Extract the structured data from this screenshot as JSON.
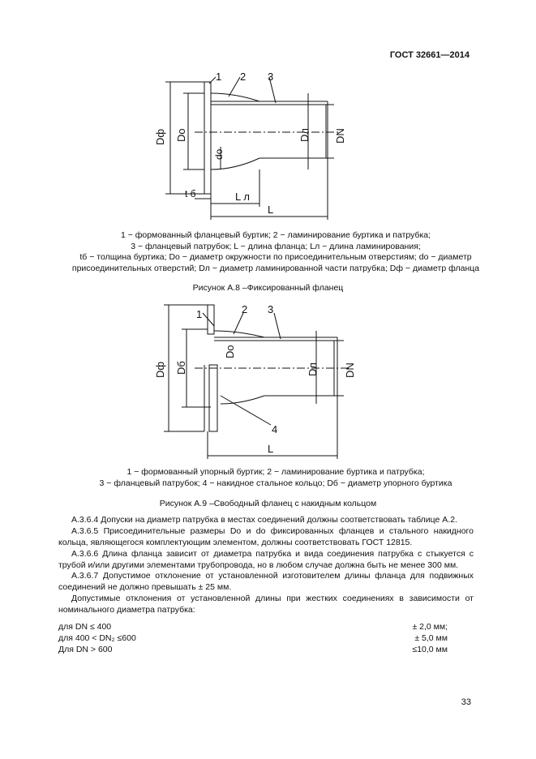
{
  "header": {
    "standard": "ГОСТ 32661—2014"
  },
  "figure_a8": {
    "labels": {
      "n1": "1",
      "n2": "2",
      "n3": "3",
      "Dph": "Dф",
      "Do": "Dо",
      "do": "dо",
      "Dl": "Dл",
      "DN": "DN",
      "tb": "t б",
      "Ll": "L л",
      "L": "L"
    },
    "caption": [
      "1 − формованный фланцевый буртик; 2 − ламинирование буртика и патрубка;",
      "3 − фланцевый патрубок; L − длина фланца; Lл − длина ламинирования;",
      "tб − толщина буртика; Dо − диаметр окружности по присоединительным отверстиям; dо − диаметр",
      "присоединительных отверстий; Dл − диаметр ламинированной части патрубка; Dф − диаметр фланца"
    ],
    "title": "Рисунок А.8 –Фиксированный фланец"
  },
  "figure_a9": {
    "labels": {
      "n1": "1",
      "n2": "2",
      "n3": "3",
      "n4": "4",
      "Dph": "Dф",
      "Db": "Dб",
      "Do": "Dо",
      "Dl": "Dл",
      "DN": "DN",
      "L": "L"
    },
    "caption": [
      "1 − формованный упорный буртик; 2 − ламинирование буртика и патрубка;",
      "3 − фланцевый патрубок; 4 − накидное стальное кольцо; Dб − диаметр упорного буртика"
    ],
    "title": "Рисунок А.9 –Свободный фланец с накидным кольцом"
  },
  "paragraphs": [
    "А.3.6.4 Допуски на диаметр патрубка в местах соединений должны соответствовать таблице А.2.",
    "А.3.6.5 Присоединительные размеры Dо и dо фиксированных фланцев и стального накидного кольца, являющегося комплектующим элементом, должны соответствовать ГОСТ 12815.",
    "А.3.6.6 Длина фланца зависит от диаметра патрубка и вида соединения патрубка с стыкуется с трубой и/или другими элементами трубопровода, но в любом случае должна быть не менее 300 мм.",
    "А.3.6.7 Допустимое отклонение от установленной изготовителем длины фланца для подвижных соединений не должно превышать ± 25 мм.",
    "Допустимые отклонения от установленной длины при жестких соединениях в зависимости от номинального диаметра патрубка:"
  ],
  "tolerances": [
    {
      "condition": "для  DN ≤ 400",
      "value": "± 2,0 мм;"
    },
    {
      "condition": "для 400 < DN₂ ≤600",
      "value": "± 5,0 мм"
    },
    {
      "condition": "Для DN > 600",
      "value": "≤10,0 мм"
    }
  ],
  "page_number": "33"
}
